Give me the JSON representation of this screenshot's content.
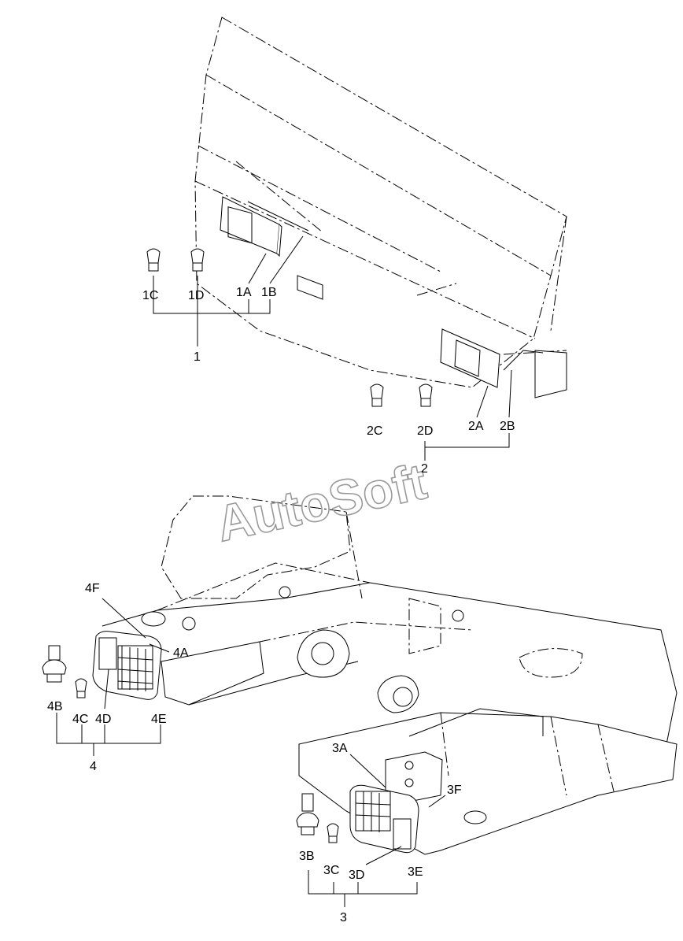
{
  "watermark": "AutoSoft",
  "groups": [
    {
      "number": "1",
      "parts": [
        "1C",
        "1D",
        "1A",
        "1B"
      ]
    },
    {
      "number": "2",
      "parts": [
        "2C",
        "2D",
        "2A",
        "2B"
      ]
    },
    {
      "number": "4",
      "parts": [
        "4F",
        "4A",
        "4B",
        "4C",
        "4D",
        "4E"
      ]
    },
    {
      "number": "3",
      "parts": [
        "3A",
        "3F",
        "3B",
        "3C",
        "3D",
        "3E"
      ]
    }
  ],
  "colors": {
    "line": "#000000",
    "watermark": "#9a9a9a",
    "background": "#ffffff"
  }
}
